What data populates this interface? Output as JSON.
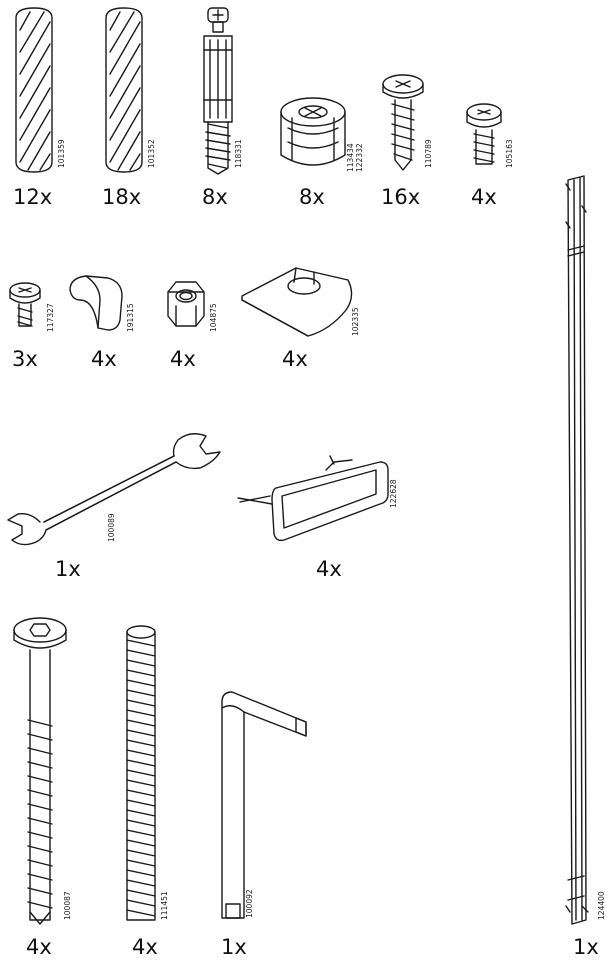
{
  "parts": [
    {
      "name": "wooden-dowel-long",
      "code": "101359",
      "qty": "12x"
    },
    {
      "name": "wooden-dowel",
      "code": "101352",
      "qty": "18x"
    },
    {
      "name": "cam-bolt",
      "code": "118331",
      "qty": "8x"
    },
    {
      "name": "cam-lock",
      "code": "113434",
      "code2": "122332",
      "qty": "8x"
    },
    {
      "name": "wood-screw",
      "code": "110789",
      "qty": "16x"
    },
    {
      "name": "machine-screw",
      "code": "105163",
      "qty": "4x"
    },
    {
      "name": "short-screw",
      "code": "117327",
      "qty": "3x"
    },
    {
      "name": "cap-block",
      "code": "191315",
      "qty": "4x"
    },
    {
      "name": "hex-nut",
      "code": "104875",
      "qty": "4x"
    },
    {
      "name": "wedge-bracket",
      "code": "102335",
      "qty": "4x"
    },
    {
      "name": "wrench",
      "code": "100089",
      "qty": "1x"
    },
    {
      "name": "nail-pad",
      "code": "122628",
      "qty": "4x"
    },
    {
      "name": "long-bolt",
      "code": "100087",
      "qty": "4x"
    },
    {
      "name": "threaded-rod",
      "code": "111451",
      "qty": "4x"
    },
    {
      "name": "allen-key",
      "code": "100092",
      "qty": "1x"
    },
    {
      "name": "long-rail",
      "code": "124400",
      "qty": "1x"
    }
  ]
}
